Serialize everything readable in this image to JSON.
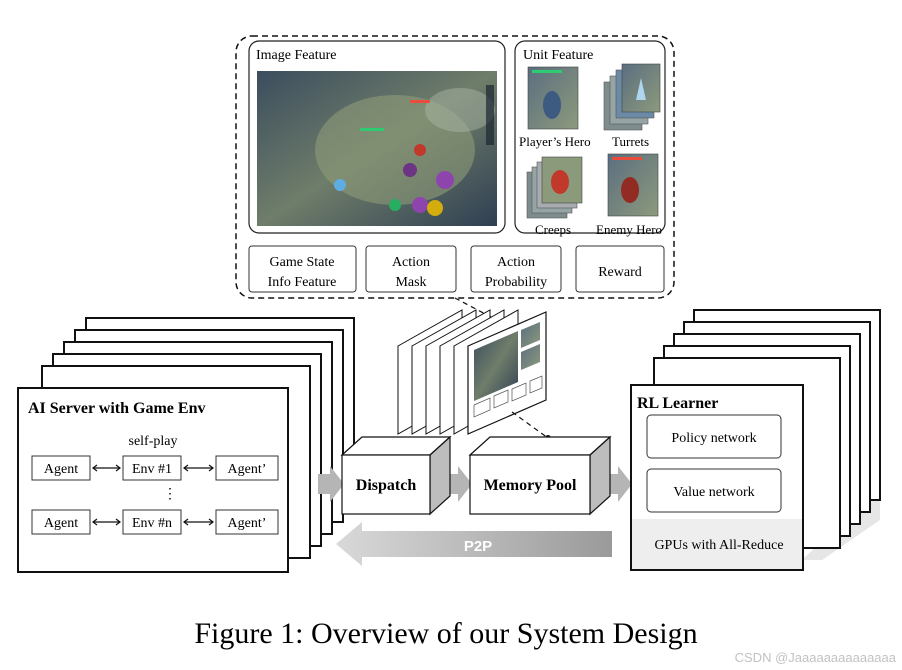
{
  "feature_panel": {
    "image_feature_title": "Image Feature",
    "unit_feature_title": "Unit Feature",
    "units": [
      "Player’s Hero",
      "Turrets",
      "Creeps",
      "Enemy Hero"
    ],
    "boxes": [
      {
        "line1": "Game State",
        "line2": "Info Feature"
      },
      {
        "line1": "Action",
        "line2": "Mask"
      },
      {
        "line1": "Action",
        "line2": "Probability"
      },
      {
        "line1": "Reward",
        "line2": ""
      }
    ]
  },
  "ai_server": {
    "title": "AI Server with Game Env",
    "self_play": "self-play",
    "agent": "Agent",
    "env1": "Env #1",
    "envn": "Env #n",
    "agent_prime": "Agent’",
    "dots": "⋮"
  },
  "dispatch": "Dispatch",
  "memory_pool": "Memory Pool",
  "p2p": "P2P",
  "rl_learner": {
    "title": "RL Learner",
    "policy": "Policy network",
    "value": "Value network",
    "gpus": "GPUs with All-Reduce"
  },
  "caption": "Figure 1: Overview of our System Design",
  "watermark": "CSDN @Jaaaaaaaaaaaaaa",
  "colors": {
    "ink": "#111111",
    "arrow_gray": "#b5b5b5",
    "cube_side": "#bdbdbd",
    "game_dark": "#2b3a4a"
  }
}
